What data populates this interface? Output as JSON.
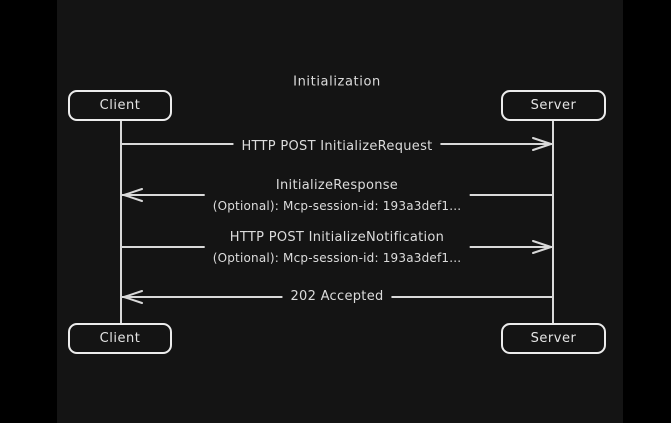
{
  "title": "Initialization",
  "colors": {
    "letterbox_bg": "#000000",
    "canvas_bg": "#141414",
    "stroke": "#d9d9d9",
    "box_stroke": "#ececec",
    "text": "#dcdcdc"
  },
  "diagram": {
    "type": "sequence",
    "actors": [
      {
        "id": "client",
        "label": "Client"
      },
      {
        "id": "server",
        "label": "Server"
      }
    ],
    "messages": [
      {
        "from": "client",
        "to": "server",
        "direction": "right",
        "label": "HTTP POST InitializeRequest",
        "sublabel": ""
      },
      {
        "from": "server",
        "to": "client",
        "direction": "left",
        "label": "InitializeResponse",
        "sublabel": "(Optional): Mcp-session-id: 193a3def1..."
      },
      {
        "from": "client",
        "to": "server",
        "direction": "right",
        "label": "HTTP POST InitializeNotification",
        "sublabel": "(Optional): Mcp-session-id: 193a3def1..."
      },
      {
        "from": "server",
        "to": "client",
        "direction": "left",
        "label": "202 Accepted",
        "sublabel": ""
      }
    ]
  }
}
